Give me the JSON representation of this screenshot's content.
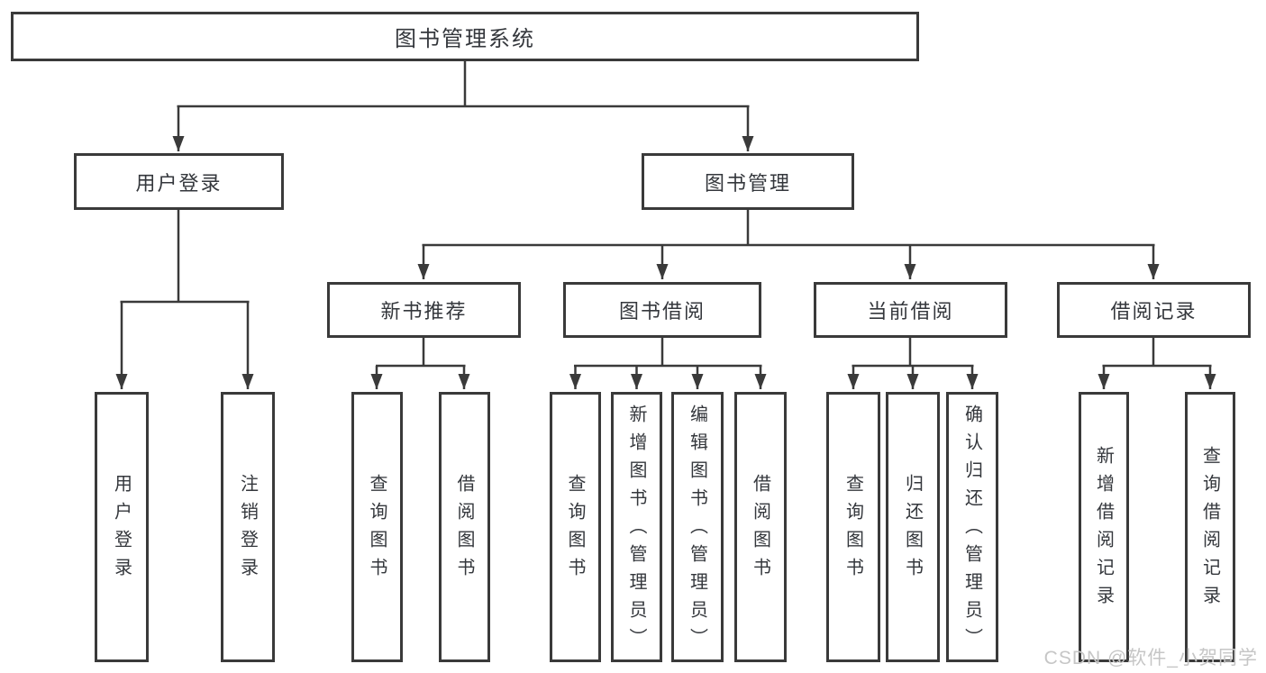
{
  "colors": {
    "line": "#3a3a3a",
    "text": "#34373c",
    "box_background": "#ffffff",
    "watermark": "#c6c6c6"
  },
  "watermark": "CSDN @软件_小贺同学",
  "tree": {
    "root": {
      "label": "图书管理系统"
    },
    "branches": [
      {
        "label": "用户登录",
        "leaves": [
          {
            "label": "用户登录"
          },
          {
            "label": "注销登录"
          }
        ]
      },
      {
        "label": "图书管理",
        "groups": [
          {
            "label": "新书推荐",
            "leaves": [
              {
                "label": "查询图书"
              },
              {
                "label": "借阅图书"
              }
            ]
          },
          {
            "label": "图书借阅",
            "leaves": [
              {
                "label": "查询图书"
              },
              {
                "label": "新增图书（管理员）"
              },
              {
                "label": "编辑图书（管理员）"
              },
              {
                "label": "借阅图书"
              }
            ]
          },
          {
            "label": "当前借阅",
            "leaves": [
              {
                "label": "查询图书"
              },
              {
                "label": "归还图书"
              },
              {
                "label": "确认归还（管理员）"
              }
            ]
          },
          {
            "label": "借阅记录",
            "leaves": [
              {
                "label": "新增借阅记录"
              },
              {
                "label": "查询借阅记录"
              }
            ]
          }
        ]
      }
    ]
  }
}
